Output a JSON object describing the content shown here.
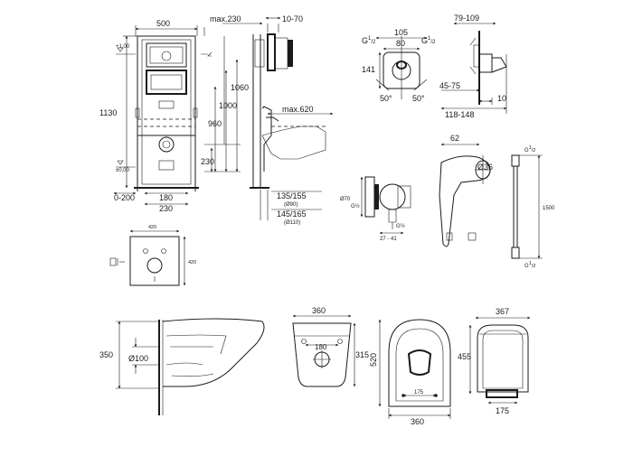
{
  "colors": {
    "line": "#1a1a1a",
    "background": "#ffffff"
  },
  "frame": {
    "d500": "500",
    "dmax230": "max.230",
    "d1070": "10-70",
    "d1130": "1130",
    "d1060": "1060",
    "d1000": "1000",
    "d960": "960",
    "dmax620": "max.620",
    "d230": "230",
    "d0200": "0-200",
    "d180": "180",
    "d230b": "230",
    "d135": "135/155",
    "d90": "(Ø90)",
    "d145": "145/165",
    "d110": "(Ø110)",
    "plus100": "+1,00",
    "pm000": "±0,00"
  },
  "mixer": {
    "g1": "G",
    "g1sup": "1",
    "g1sub": "/2",
    "g2": "G",
    "g2sup": "1",
    "g2sub": "/2",
    "d105": "105",
    "d80": "80",
    "d79": "79-109",
    "d141": "141",
    "a50l": "50°",
    "a50r": "50°",
    "d4575": "45-75",
    "d10": "10",
    "d118": "118-148"
  },
  "hygienic": {
    "d62": "62",
    "d36": "Ø36",
    "gtop": "G",
    "gtopsup": "1",
    "gtopsub": "/2",
    "d1500": "1500",
    "gbot": "G",
    "gbotsup": "1",
    "gbotsub": "/2",
    "d70": "Ø70",
    "g12a": "G½",
    "g12b": "G½",
    "d2741": "27 - 41"
  },
  "plate": {
    "d420w": "420",
    "d420h": "420"
  },
  "bowl_side": {
    "d350": "350",
    "d100": "Ø100"
  },
  "bowl_top": {
    "d360": "360",
    "d180": "180",
    "d315": "315"
  },
  "seat_top": {
    "d520": "520",
    "d175": "175",
    "d360": "360"
  },
  "seat": {
    "d367": "367",
    "d455": "455",
    "d175": "175"
  }
}
